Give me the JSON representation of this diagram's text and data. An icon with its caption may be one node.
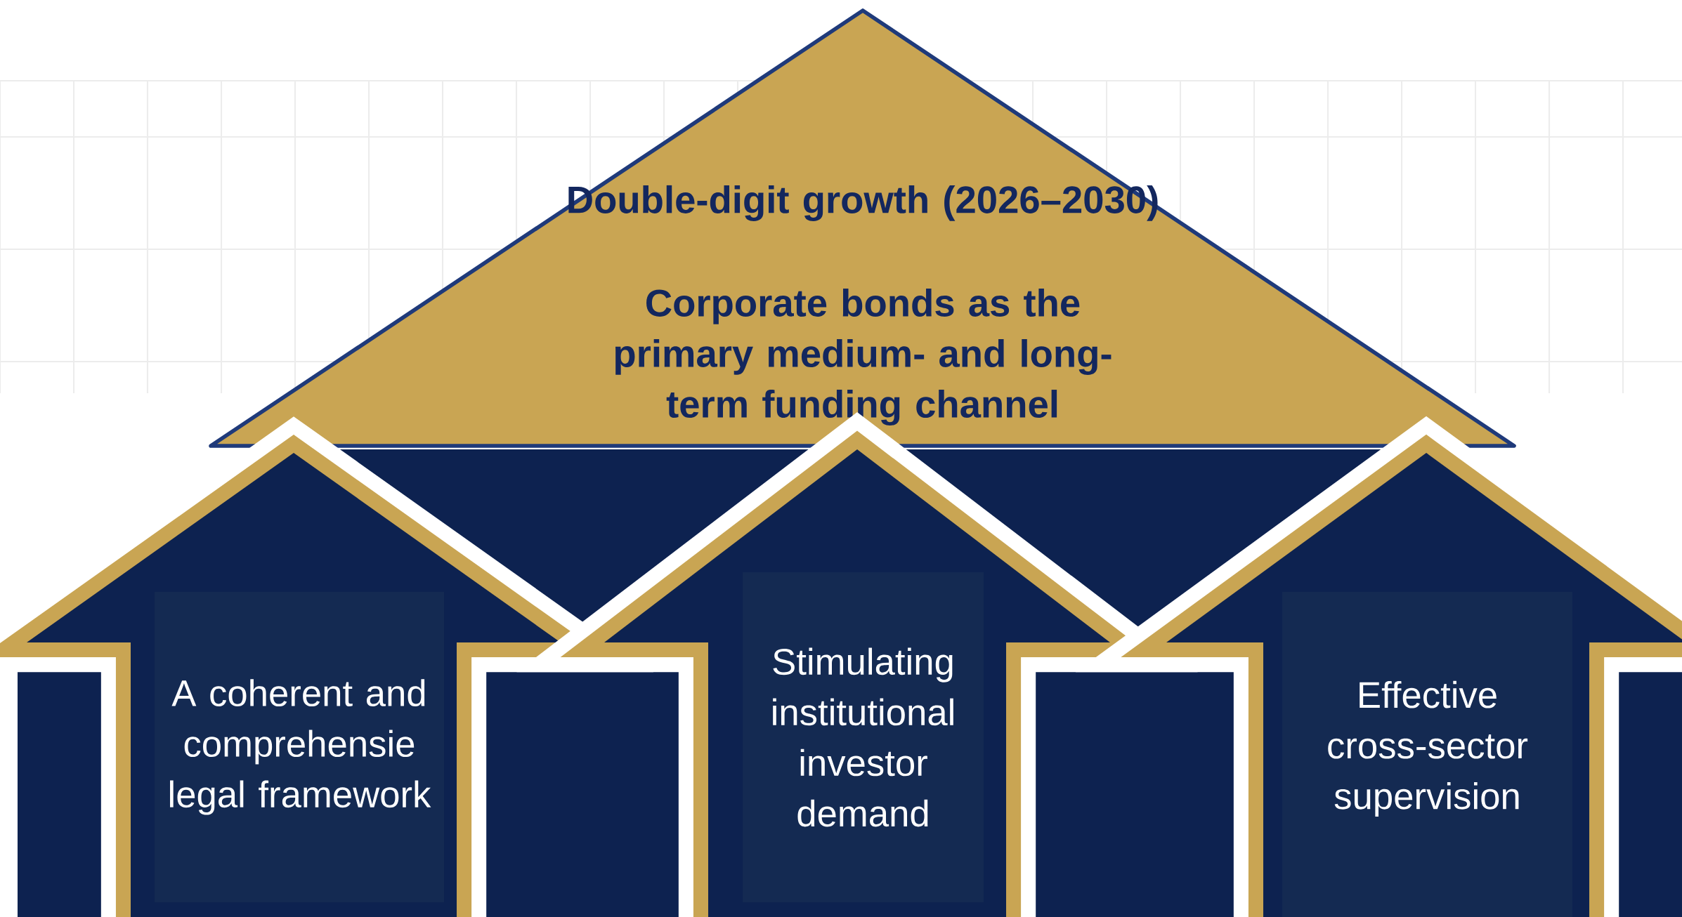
{
  "diagram": {
    "nodes": [
      {
        "text": [
          "Double-digit growth (2026–2030)",
          "Corporate bonds as the primary medium- and long-term funding channel"
        ]
      },
      {
        "text": [
          "A coherent and comprehensie legal framework"
        ]
      },
      {
        "text": [
          "Stimulating institutional investor demand"
        ]
      },
      {
        "text": [
          "Effective cross-sector supervision"
        ]
      }
    ]
  }
}
